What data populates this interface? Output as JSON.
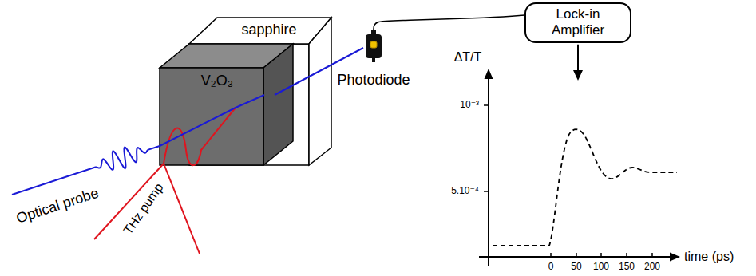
{
  "diagram": {
    "nodes": [
      {
        "text": [
          "sapphire"
        ]
      },
      {
        "text": [
          "V₂O₃"
        ]
      },
      {
        "text": [
          "Photodiode"
        ]
      },
      {
        "text": [
          "Lock-in Amplifier"
        ]
      }
    ],
    "edges": [
      {
        "from": 1,
        "to": 2,
        "arrow": "none"
      },
      {
        "from": 2,
        "to": 3,
        "arrow": "none"
      }
    ],
    "labels": [
      "Optical probe",
      "THz pump",
      "ΔT/T",
      "10⁻³",
      "5.10⁻⁴",
      "0",
      "50",
      "100",
      "150",
      "200",
      "time (ps)"
    ]
  }
}
